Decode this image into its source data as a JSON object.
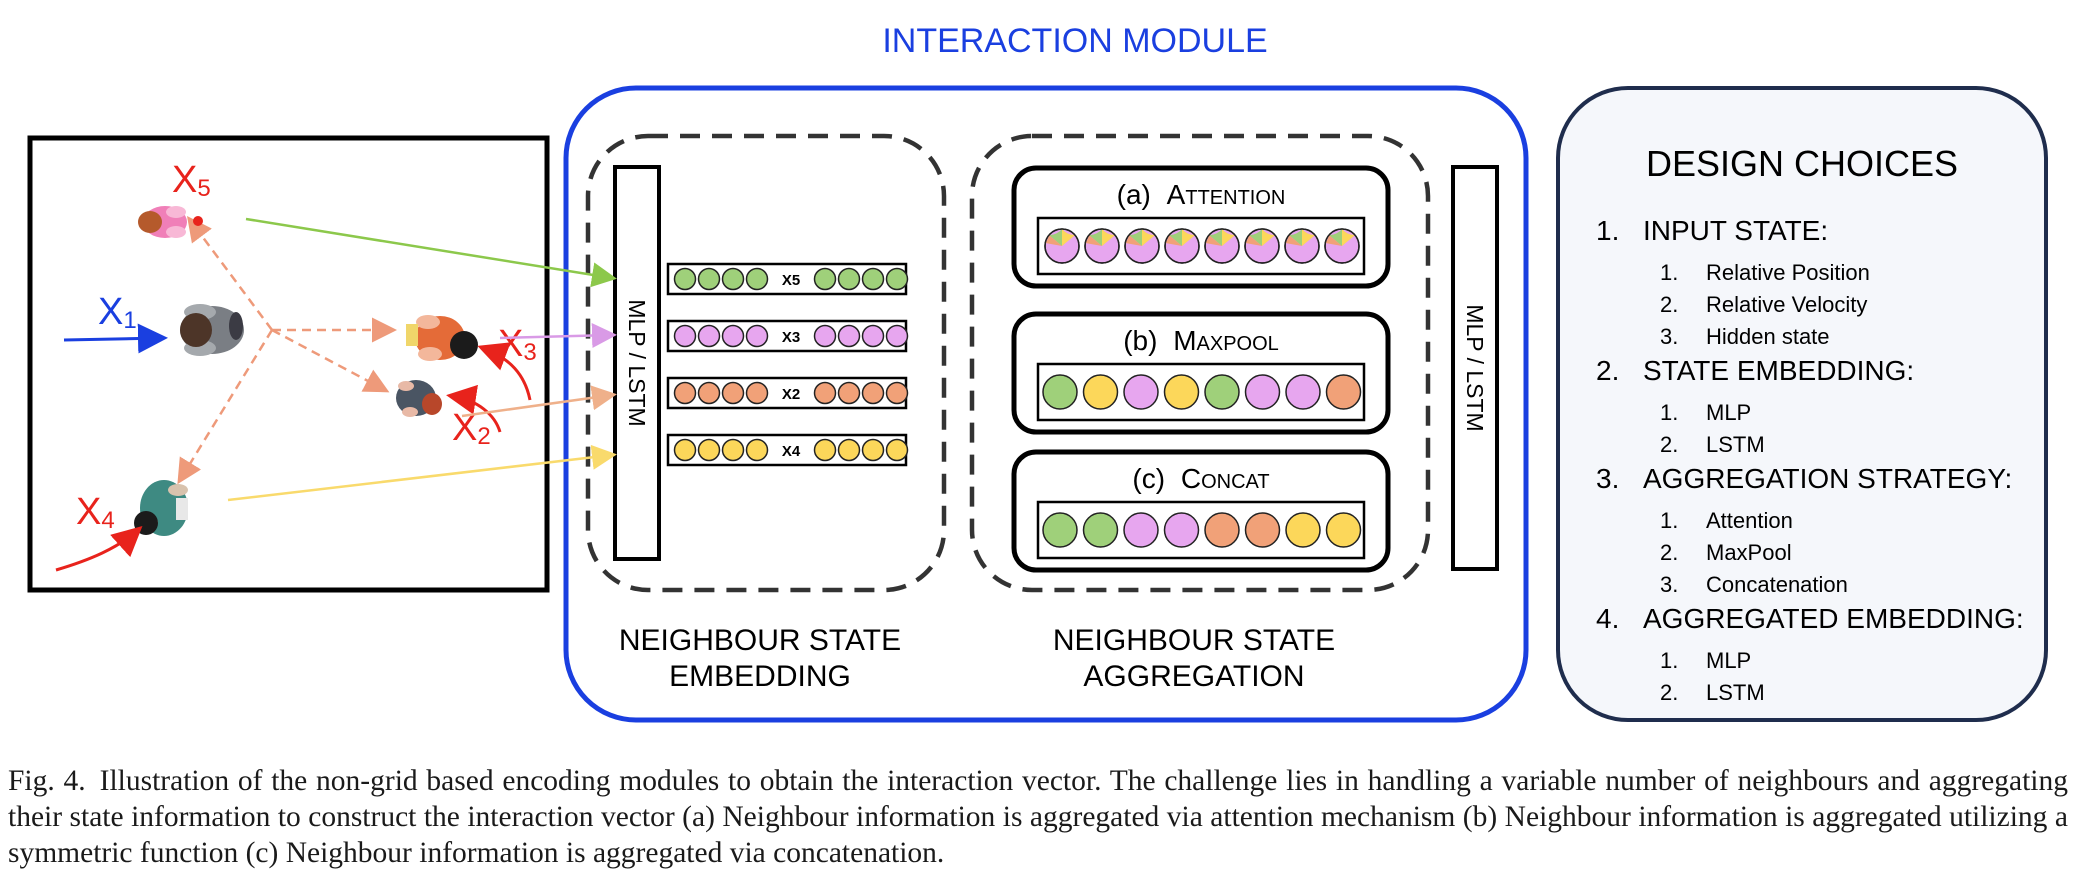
{
  "module_title": "INTERACTION MODULE",
  "scene": {
    "agents": [
      {
        "label": "X",
        "sub": "5",
        "color": "#e8231c"
      },
      {
        "label": "X",
        "sub": "1",
        "color": "#1a3fe0"
      },
      {
        "label": "X",
        "sub": "3",
        "color": "#e8231c"
      },
      {
        "label": "X",
        "sub": "2",
        "color": "#e8231c"
      },
      {
        "label": "X",
        "sub": "4",
        "color": "#e8231c"
      }
    ]
  },
  "embedding": {
    "encoder_label": "MLP / LSTM",
    "rows": [
      {
        "tag": "X5",
        "color": "#9fd07a",
        "arrow": "#8cc84b"
      },
      {
        "tag": "X3",
        "color": "#e7a6ef",
        "arrow": "#d99ae6"
      },
      {
        "tag": "X2",
        "color": "#f1a178",
        "arrow": "#efb08a"
      },
      {
        "tag": "X4",
        "color": "#fcd75a",
        "arrow": "#f9da6c"
      }
    ],
    "caption_line1": "NEIGHBOUR STATE",
    "caption_line2": "EMBEDDING"
  },
  "aggregation": {
    "boxes": [
      {
        "prefix": "(a)",
        "name": "Attention"
      },
      {
        "prefix": "(b)",
        "name": "Maxpool"
      },
      {
        "prefix": "(c)",
        "name": "Concat"
      }
    ],
    "maxpool_colors": [
      "#9fd07a",
      "#fcd75a",
      "#e7a6ef",
      "#fcd75a",
      "#9fd07a",
      "#e7a6ef",
      "#e7a6ef",
      "#f1a178"
    ],
    "concat_colors": [
      "#9fd07a",
      "#9fd07a",
      "#e7a6ef",
      "#e7a6ef",
      "#f1a178",
      "#f1a178",
      "#fcd75a",
      "#fcd75a"
    ],
    "caption_line1": "NEIGHBOUR STATE",
    "caption_line2": "AGGREGATION",
    "output_label": "MLP / LSTM"
  },
  "design": {
    "title": "DESIGN CHOICES",
    "sections": [
      {
        "num": "1.",
        "title": "INPUT STATE:",
        "items": [
          "Relative Position",
          "Relative Velocity",
          "Hidden state"
        ]
      },
      {
        "num": "2.",
        "title": "STATE EMBEDDING:",
        "items": [
          "MLP",
          "LSTM"
        ]
      },
      {
        "num": "3.",
        "title": "AGGREGATION STRATEGY:",
        "items": [
          "Attention",
          "MaxPool",
          "Concatenation"
        ]
      },
      {
        "num": "4.",
        "title": "AGGREGATED EMBEDDING:",
        "items": [
          "MLP",
          "LSTM"
        ]
      }
    ]
  },
  "figure_caption": {
    "label": "Fig. 4.",
    "text": "Illustration of the non-grid based encoding modules to obtain the interaction vector. The challenge lies in handling a variable number of neighbours and aggregating their state information to construct the interaction vector (a) Neighbour information is aggregated via attention mechanism (b) Neighbour information is aggregated utilizing a symmetric function (c) Neighbour information is aggregated via concatenation."
  }
}
